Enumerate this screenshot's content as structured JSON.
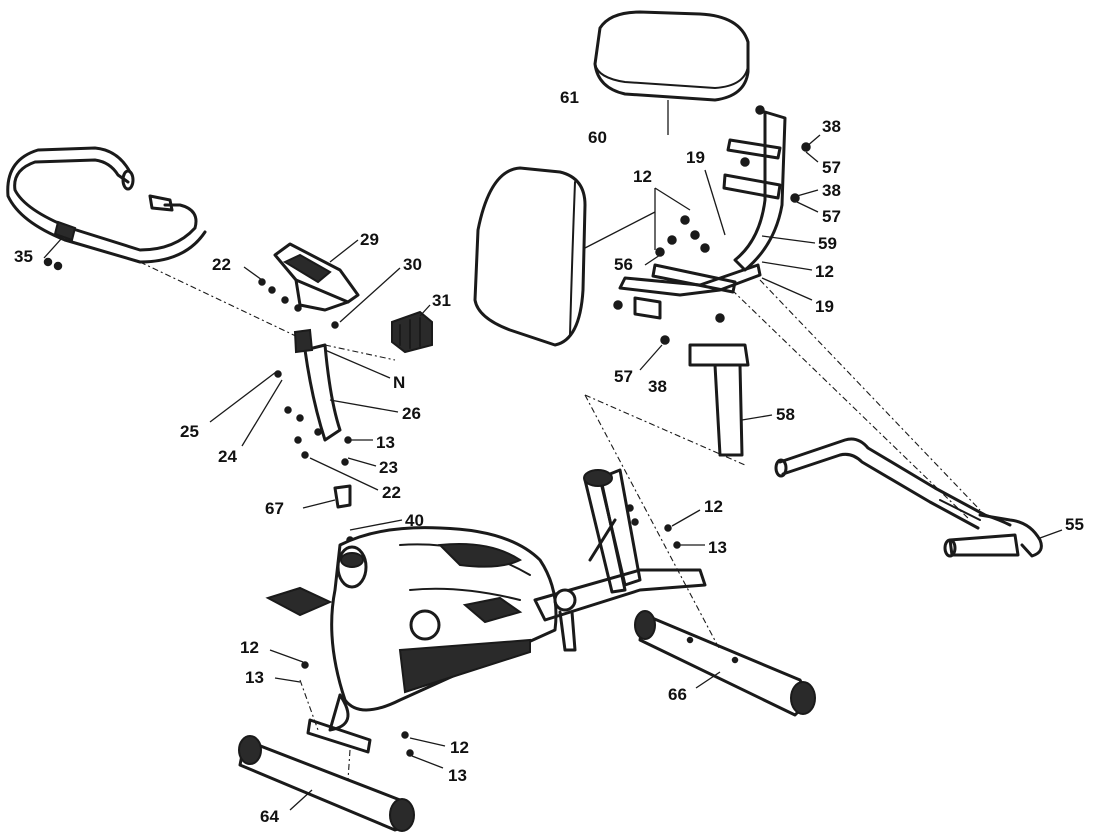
{
  "callouts": {
    "c61": "61",
    "c60": "60",
    "c19a": "19",
    "c12a": "12",
    "c38a": "38",
    "c57a": "57",
    "c38b": "38",
    "c57b": "57",
    "c59": "59",
    "c12b": "12",
    "c19b": "19",
    "c56": "56",
    "c57c": "57",
    "c38c": "38",
    "c58": "58",
    "c55": "55",
    "c35": "35",
    "c29": "29",
    "c22a": "22",
    "c30": "30",
    "c31": "31",
    "cN": "N",
    "c25": "25",
    "c24": "24",
    "c26": "26",
    "c13a": "13",
    "c23": "23",
    "c22b": "22",
    "c67": "67",
    "c40": "40",
    "c12c": "12",
    "c13b": "13",
    "c66": "66",
    "c12d": "12",
    "c13c": "13",
    "c12e": "12",
    "c13d": "13",
    "c64": "64"
  }
}
